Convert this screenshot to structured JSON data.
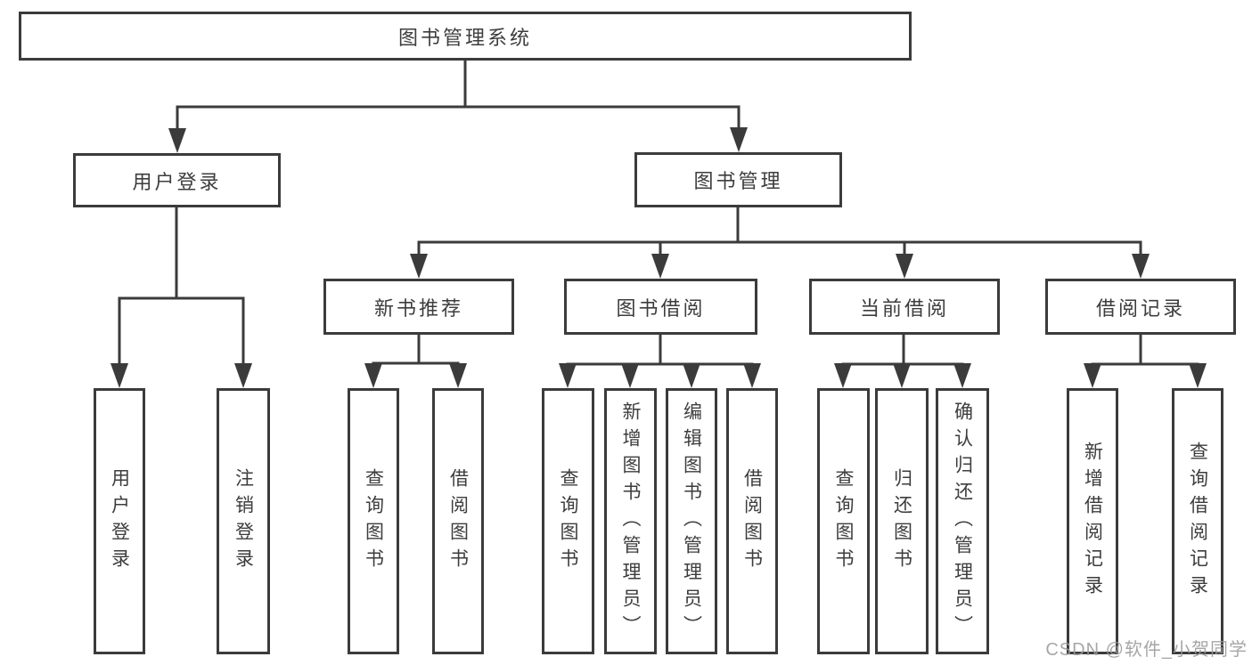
{
  "diagram_type": "hierarchy",
  "colors": {
    "line": "#3b3b3b",
    "box_border": "#3b3b3b",
    "text": "#3d3d3d",
    "background": "#ffffff",
    "watermark": "#9a9a9a"
  },
  "root": {
    "label": "图书管理系统",
    "children": [
      {
        "label": "用户登录",
        "children": [
          {
            "label": "用户登录"
          },
          {
            "label": "注销登录"
          }
        ]
      },
      {
        "label": "图书管理",
        "children": [
          {
            "label": "新书推荐",
            "children": [
              {
                "label": "查询图书"
              },
              {
                "label": "借阅图书"
              }
            ]
          },
          {
            "label": "图书借阅",
            "children": [
              {
                "label": "查询图书"
              },
              {
                "label": "新增图书（管理员）"
              },
              {
                "label": "编辑图书（管理员）"
              },
              {
                "label": "借阅图书"
              }
            ]
          },
          {
            "label": "当前借阅",
            "children": [
              {
                "label": "查询图书"
              },
              {
                "label": "归还图书"
              },
              {
                "label": "确认归还（管理员）"
              }
            ]
          },
          {
            "label": "借阅记录",
            "children": [
              {
                "label": "新增借阅记录"
              },
              {
                "label": "查询借阅记录"
              }
            ]
          }
        ]
      }
    ]
  },
  "watermark": {
    "text": "CSDN @软件_小贺同学"
  }
}
